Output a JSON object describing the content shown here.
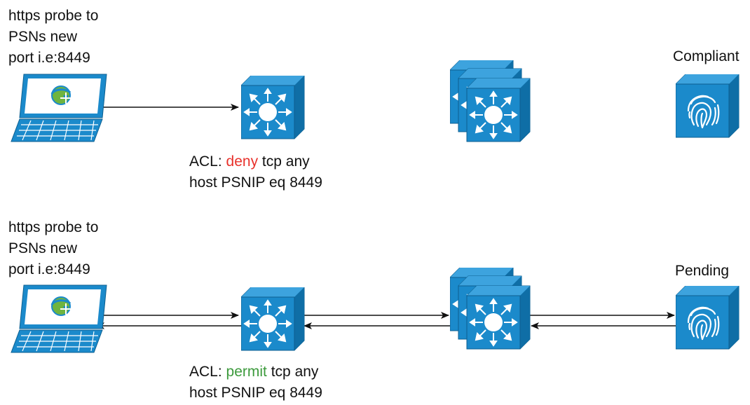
{
  "colors": {
    "device_blue": "#1b8acb",
    "device_edge": "#0c5f90",
    "deny": "#e8322c",
    "permit": "#3c9a3c",
    "text": "#111111"
  },
  "icons": [
    "laptop-icon",
    "l3-switch-icon",
    "switch-stack-icon",
    "fingerprint-icon"
  ],
  "top": {
    "probe_label": [
      "https probe to",
      "PSNs new",
      "port i.e:8449"
    ],
    "status": "Compliant",
    "acl": {
      "prefix": "ACL: ",
      "action": "deny",
      "rest": " tcp any",
      "line2": "host PSNIP eq 8449"
    }
  },
  "bottom": {
    "probe_label": [
      "https probe to",
      "PSNs new",
      "port i.e:8449"
    ],
    "status": "Pending",
    "acl": {
      "prefix": "ACL: ",
      "action": "permit",
      "rest": " tcp any",
      "line2": "host PSNIP eq 8449"
    }
  }
}
